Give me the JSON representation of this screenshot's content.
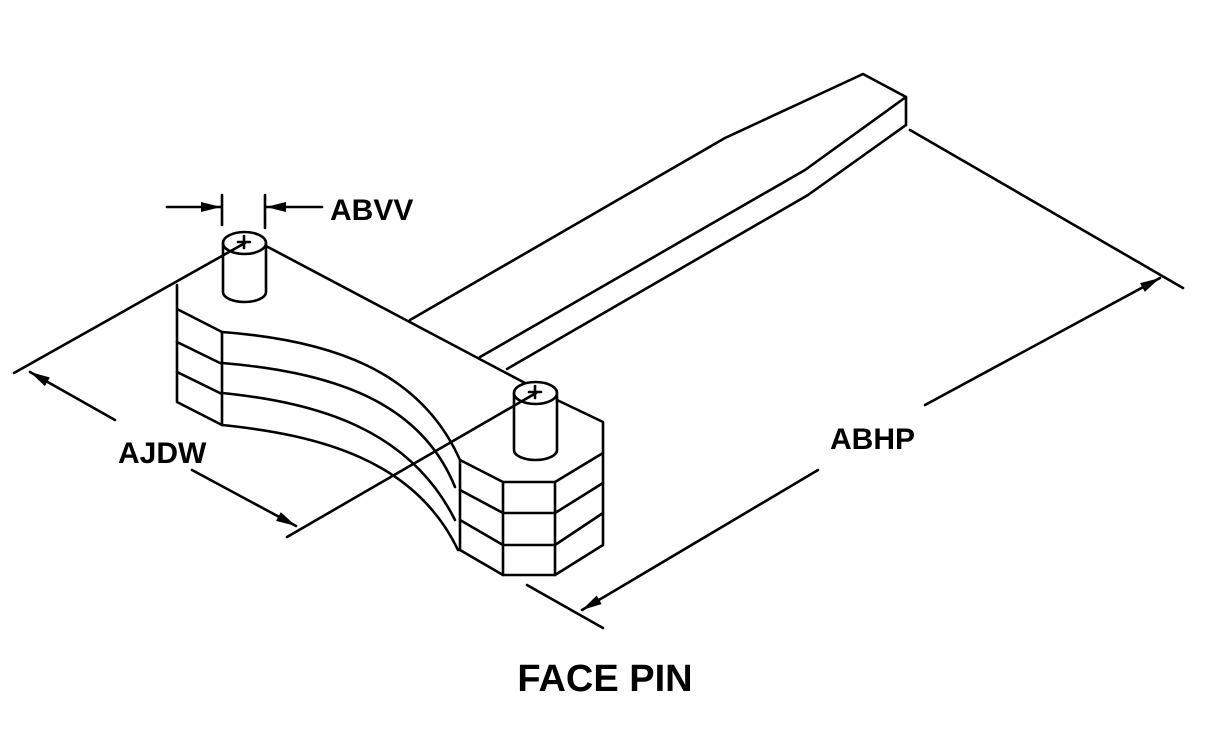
{
  "title": "FACE PIN",
  "dimensions": {
    "pin_diameter": "ABVV",
    "overall_width": "AJDW",
    "overall_length": "ABHP"
  },
  "colors": {
    "line": "#000000",
    "background": "#ffffff"
  }
}
